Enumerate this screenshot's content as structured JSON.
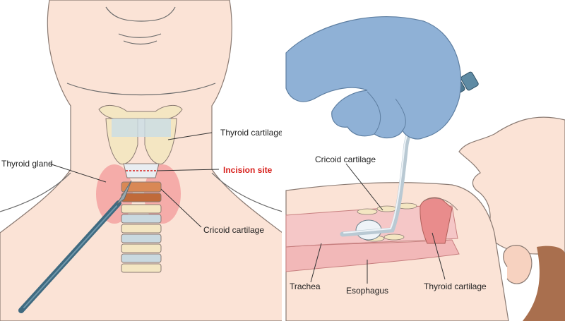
{
  "left_panel": {
    "labels": {
      "thyroid_cartilage": "Thyroid cartilage",
      "thyroid_gland": "Thyroid gland",
      "incision_site": "Incision site",
      "cricoid_cartilage": "Cricoid cartilage"
    }
  },
  "right_panel": {
    "labels": {
      "cricoid_cartilage": "Cricoid cartilage",
      "trachea": "Trachea",
      "esophagus": "Esophagus",
      "thyroid_cartilage": "Thyroid cartilage"
    }
  },
  "colors": {
    "skin": "#fbe3d6",
    "skin_outline": "#8a7a72",
    "gland": "#f39a9a",
    "cartilage": "#f4e6c2",
    "trachea_ring": "#c9d9e0",
    "cricoid_band": "#d98855",
    "glove": "#8fb1d6",
    "scalpel": "#3f6a80",
    "mucosa": "#f2b8b8",
    "incision_red": "#d8201c"
  }
}
